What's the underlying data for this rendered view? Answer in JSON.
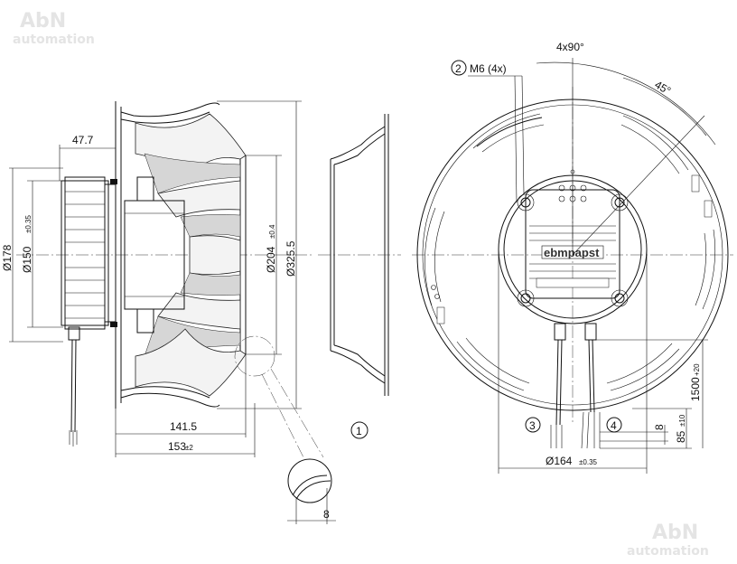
{
  "watermark": {
    "line1": "AbN",
    "line2": "automation"
  },
  "side_view": {
    "dim_hub_width": "47.7",
    "dim_dia_178": "Ø178",
    "dim_dia_150": "Ø150",
    "dim_dia_150_tol": "±0.35",
    "dim_dia_204": "Ø204",
    "dim_dia_204_tol": "±0.4",
    "dim_dia_325": "Ø325.5",
    "dim_len_141": "141.5",
    "dim_len_153": "153",
    "dim_len_153_tol": "±2",
    "dim_detail_8": "8",
    "callout_1": "1"
  },
  "front_view": {
    "dim_4x90": "4x90°",
    "dim_45": "45°",
    "callout_2": "2",
    "thread_label": "M6 (4x)",
    "callout_3": "3",
    "callout_4": "4",
    "dim_cable_8": "8",
    "dim_85": "85",
    "dim_85_tol": "±10",
    "dim_1500": "1500",
    "dim_1500_tol": "+20",
    "dim_dia_164": "Ø164",
    "dim_dia_164_tol": "±0.35",
    "brand": "ebmpapst"
  },
  "colors": {
    "line": "#111111",
    "watermark": "#e4e4e4",
    "fill_light": "#f3f3f3",
    "fill_mid": "#d6d6d6"
  }
}
